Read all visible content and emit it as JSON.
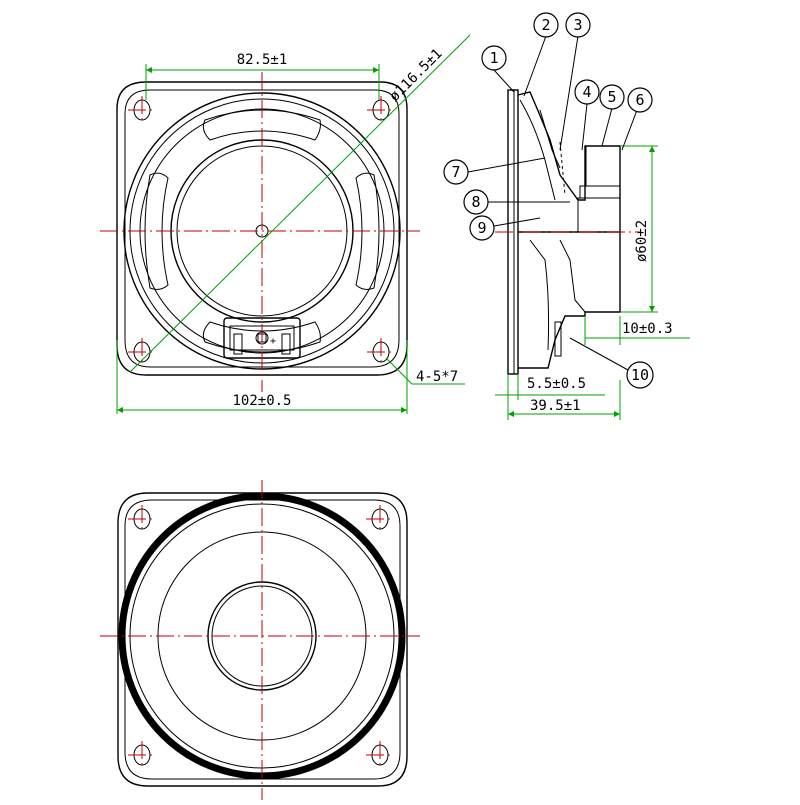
{
  "dimensions": {
    "mount_spacing": "82.5±1",
    "mount_diagonal": "ø116.5±1",
    "overall_width": "102±0.5",
    "mount_holes": "4-5*7",
    "magnet_diameter": "ø60±2",
    "magnet_height": "10±0.3",
    "flange_depth": "5.5±0.5",
    "total_depth": "39.5±1"
  },
  "balloons": [
    "1",
    "2",
    "3",
    "4",
    "5",
    "6",
    "7",
    "8",
    "9",
    "10"
  ],
  "colors": {
    "outline": "#000000",
    "centerline": "#c00000",
    "dimension": "#00a000"
  }
}
